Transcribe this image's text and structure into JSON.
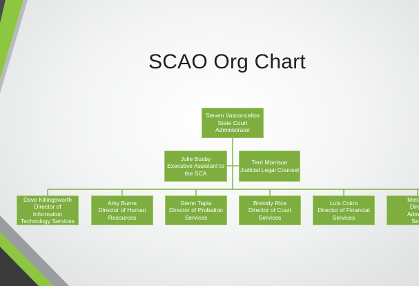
{
  "title": "SCAO Org Chart",
  "colors": {
    "box_fill": "#7dae3f",
    "box_border": "#9ecb63",
    "connector": "#7dae3f",
    "accent_dark": "#3d3d3d",
    "accent_green": "#8dc63f",
    "background": "#eef0f0"
  },
  "top": {
    "name": "Steven Vasconcellos",
    "role_line1": "State Court",
    "role_line2": "Administrator"
  },
  "assistants": [
    {
      "name": "Julie Busby",
      "role_line1": "Executive Assistant to",
      "role_line2": "the SCA"
    },
    {
      "name": "Terri Morrison",
      "role_line1": "Judicial Legal Counsel"
    }
  ],
  "directors": [
    {
      "name": "Dave  Killingsworth",
      "role_line1": "Director of",
      "role_line2": "Information",
      "role_line3": "Technology  Services"
    },
    {
      "name": "Amy Burne",
      "role_line1": "Director of Human",
      "role_line2": "Resources"
    },
    {
      "name": "Glenn Tapia",
      "role_line1": "Director of Probation",
      "role_line2": "Services"
    },
    {
      "name": "Brenidy Rice",
      "role_line1": "Director of Court",
      "role_line2": "Services"
    },
    {
      "name": "Luis Colon",
      "role_line1": "Director of Financial",
      "role_line2": "Services"
    },
    {
      "name": "Melanie",
      "role_line1": "Direct",
      "role_line2": "Adminis",
      "role_line3": "Serv"
    }
  ]
}
